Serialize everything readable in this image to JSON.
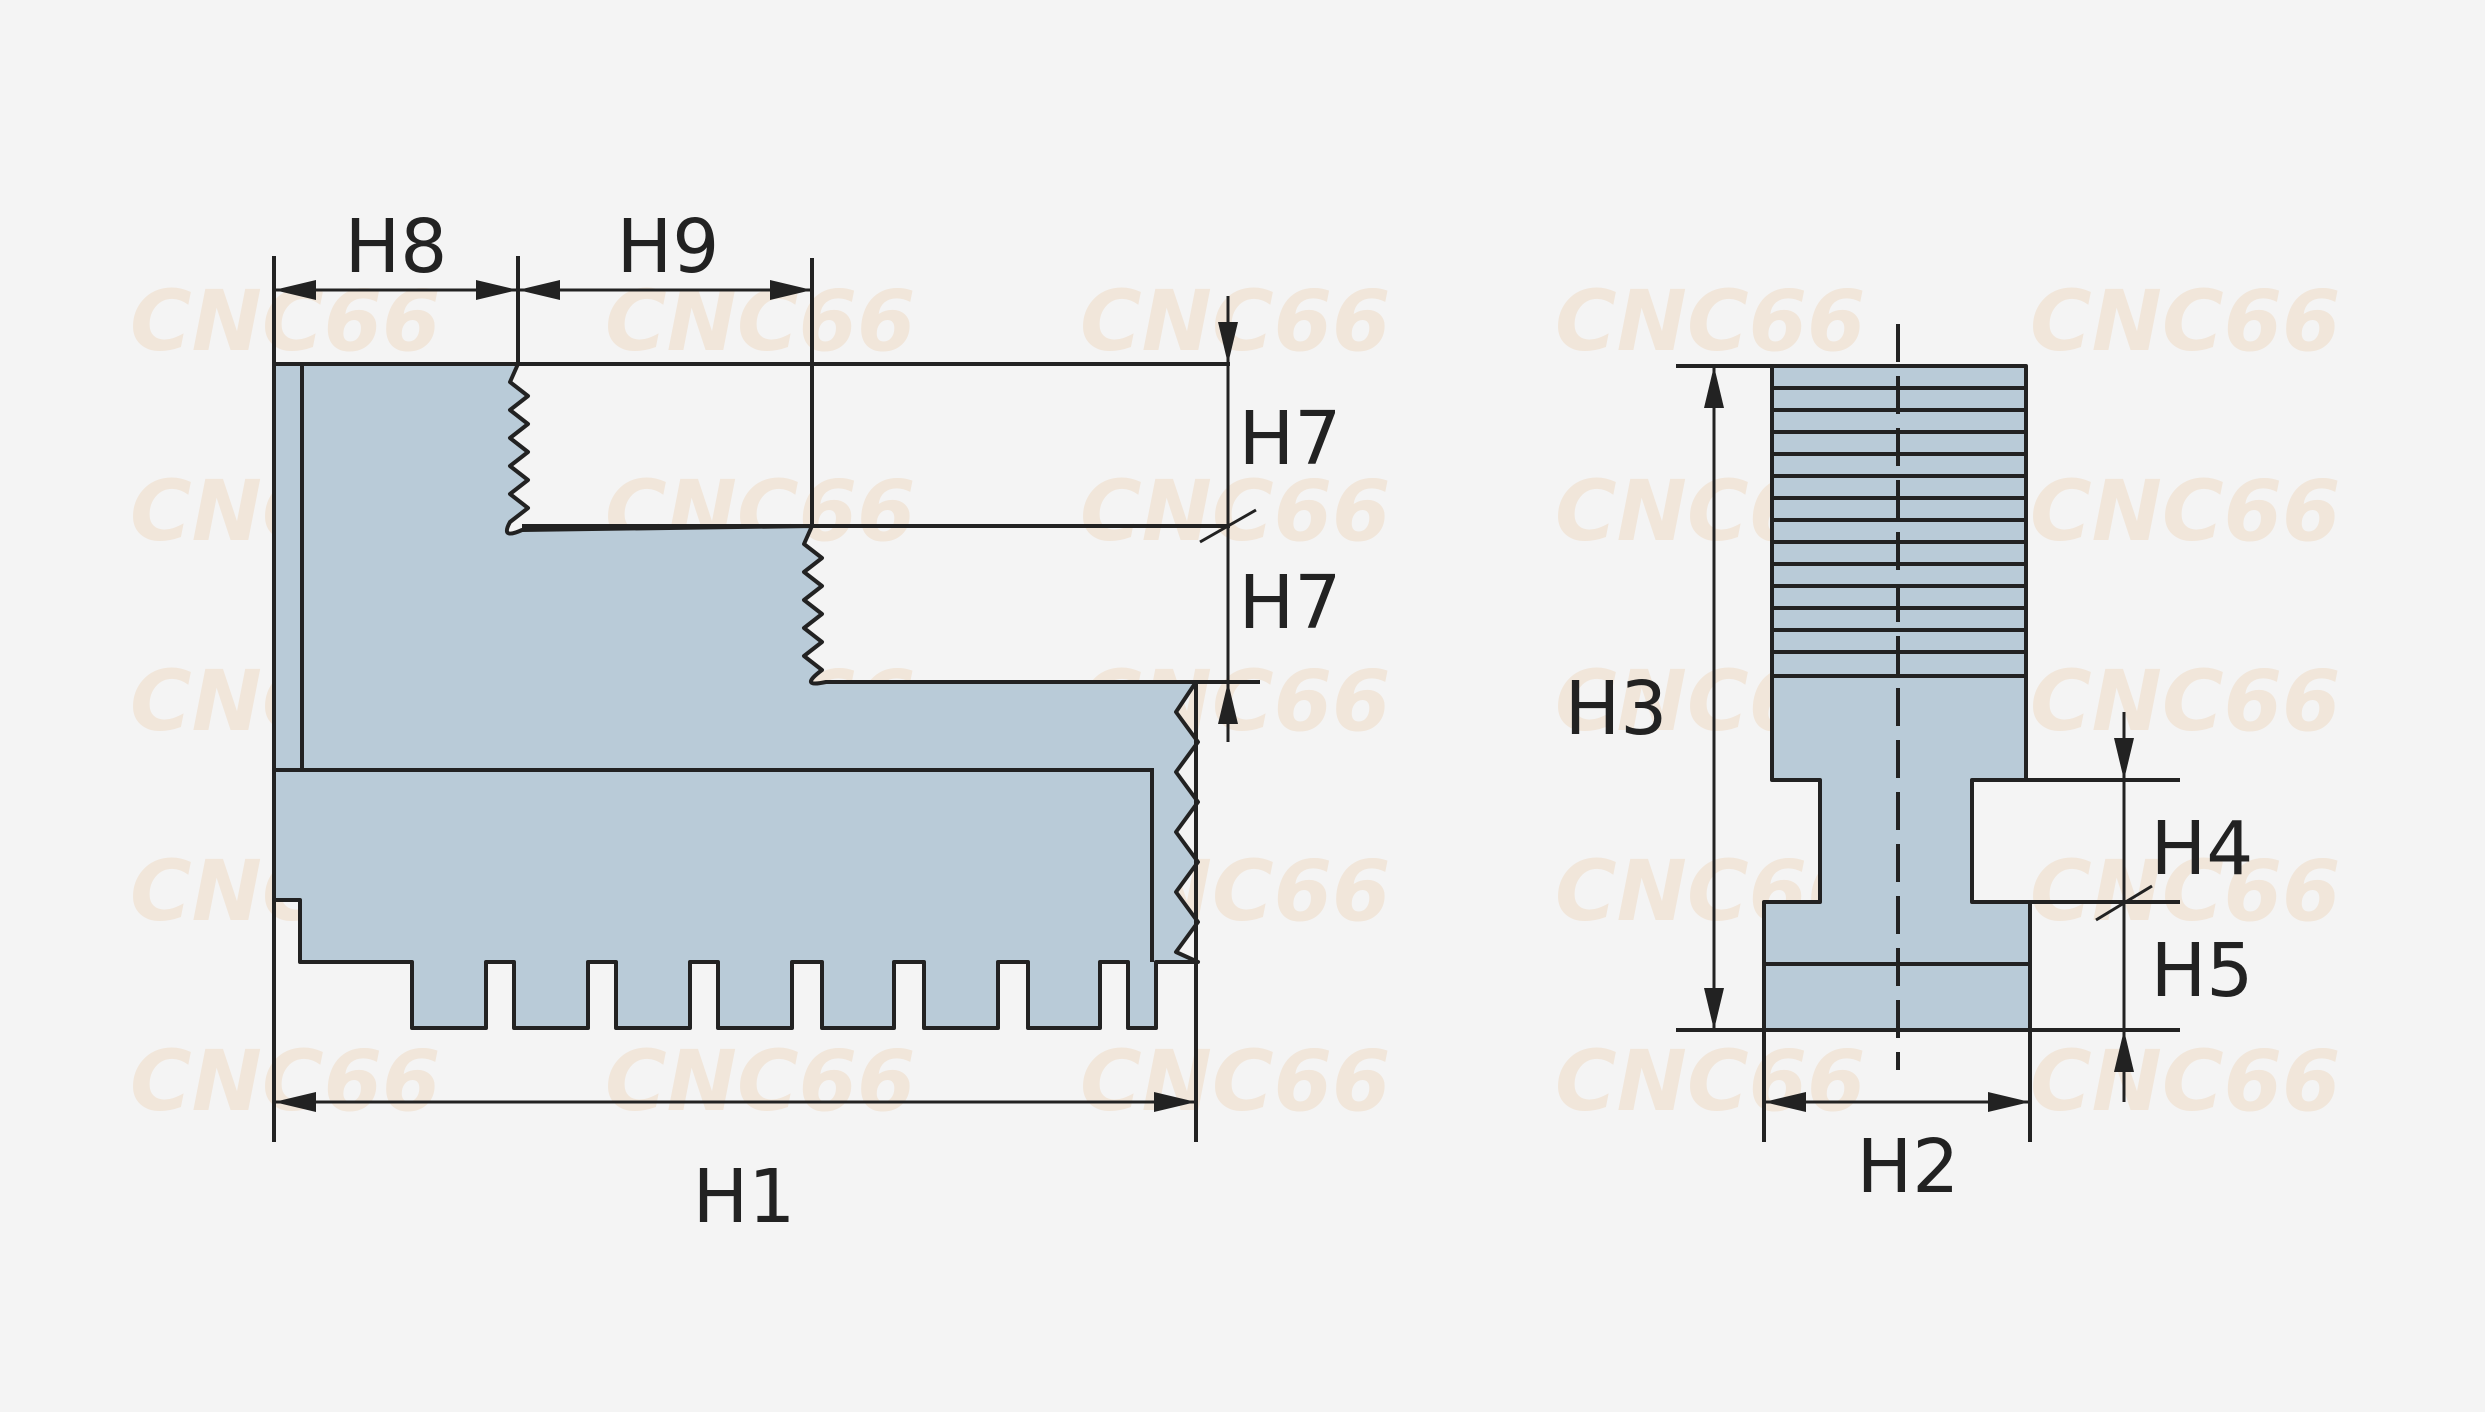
{
  "dimension_labels": {
    "h1": "H1",
    "h2": "H2",
    "h3": "H3",
    "h4": "H4",
    "h5": "H5",
    "h7_upper": "H7",
    "h7_lower": "H7",
    "h8": "H8",
    "h9": "H9"
  },
  "watermark": "CNC66",
  "colors": {
    "background": "#f4f4f4",
    "part_fill": "#b9cbd8",
    "line": "#222222",
    "watermark": "#f1e6da"
  }
}
